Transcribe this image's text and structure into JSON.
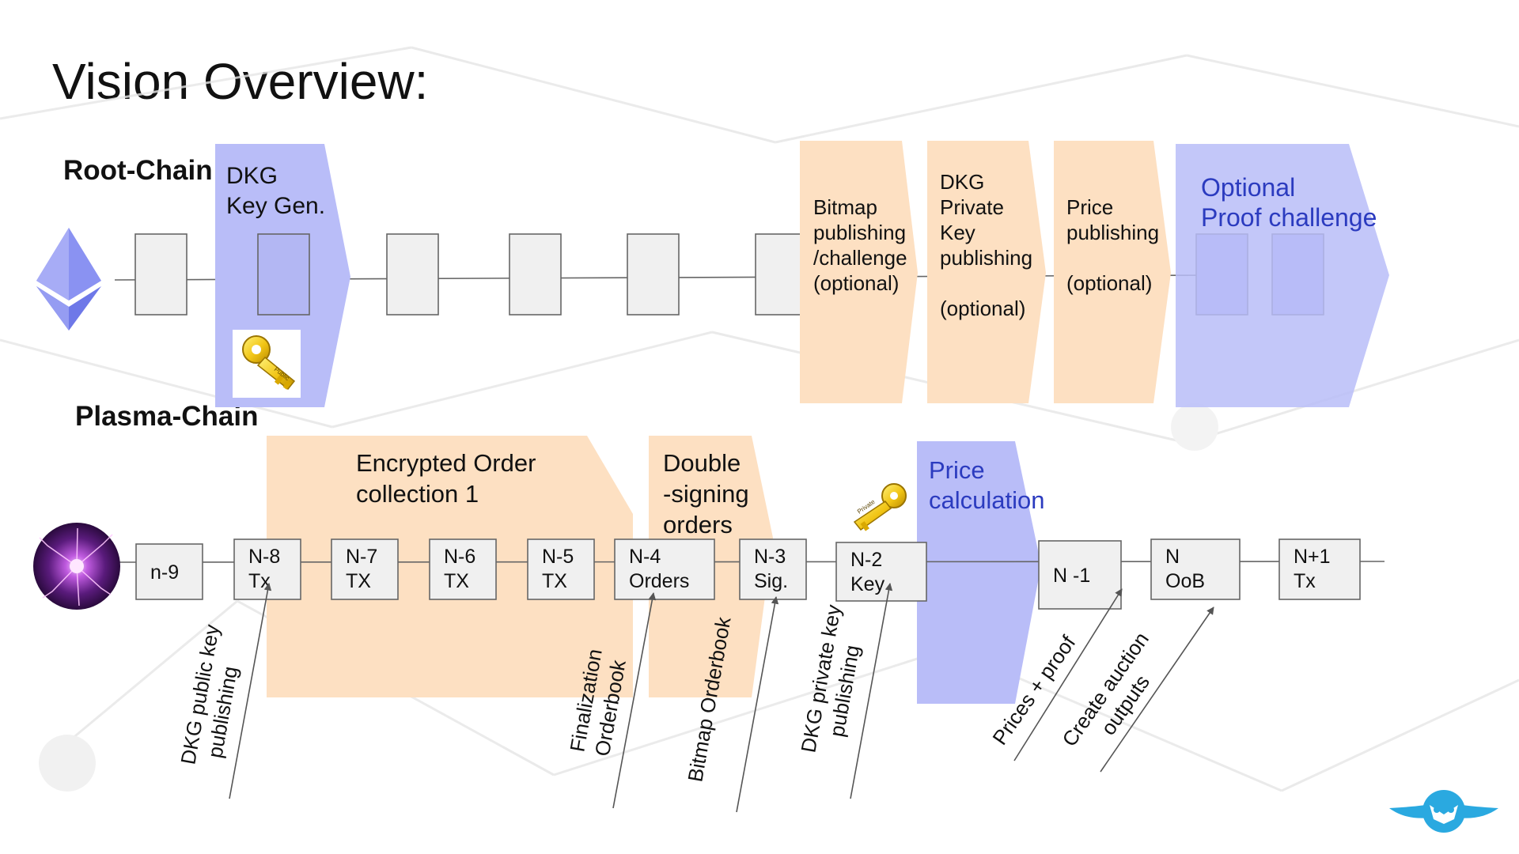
{
  "title": "Vision Overview:",
  "labels": {
    "root_chain": "Root-Chain",
    "plasma_chain": "Plasma-Chain"
  },
  "colors": {
    "orange_phase": "#fde0c2",
    "blue_phase": "#b9bdf8",
    "block_fill": "#f0f0f0",
    "block_stroke": "#666666",
    "accent_blue": "#2b3bbf",
    "logo_blue": "#2aa9e0"
  },
  "root_phases": {
    "dkg_keygen": [
      "DKG",
      "Key Gen."
    ],
    "bitmap": [
      "Bitmap",
      "publishing",
      "/challenge",
      "(optional)"
    ],
    "dkg_private": [
      "DKG",
      "Private",
      "Key",
      "publishing",
      "",
      "(optional)"
    ],
    "price_publishing": [
      "Price",
      "publishing",
      "",
      "(optional)"
    ],
    "optional_proof": [
      "Optional",
      "Proof challenge"
    ]
  },
  "key_labels": {
    "public": "Public",
    "private": "Private"
  },
  "plasma_phases": {
    "encrypted_orders": [
      "Encrypted Order",
      "collection 1"
    ],
    "double_signing": [
      "Double",
      "-signing",
      "orders"
    ],
    "price_calculation": [
      "Price",
      "calculation"
    ]
  },
  "plasma_blocks": [
    [
      "n-9"
    ],
    [
      "N-8",
      "Tx"
    ],
    [
      "N-7",
      "TX"
    ],
    [
      "N-6",
      "TX"
    ],
    [
      "N-5",
      "TX"
    ],
    [
      "N-4",
      "Orders"
    ],
    [
      "N-3",
      "Sig."
    ],
    [
      "N-2",
      "Key"
    ],
    [
      "N -1"
    ],
    [
      "N",
      "OoB"
    ],
    [
      "N+1",
      "Tx"
    ]
  ],
  "annotations": [
    [
      "DKG public  key",
      "publishing"
    ],
    [
      "Finalization",
      "Orderbook"
    ],
    [
      "Bitmap  Orderbook"
    ],
    [
      "DKG private key",
      "publishing"
    ],
    [
      "Prices + proof"
    ],
    [
      "Create auction",
      "outputs"
    ]
  ],
  "icons": {
    "root_chain_logo": "ethereum-diamond-icon",
    "plasma_chain_logo": "plasma-ball-icon",
    "public_key": "golden-key-icon",
    "private_key": "golden-key-icon",
    "brand": "owl-wings-logo-icon"
  }
}
